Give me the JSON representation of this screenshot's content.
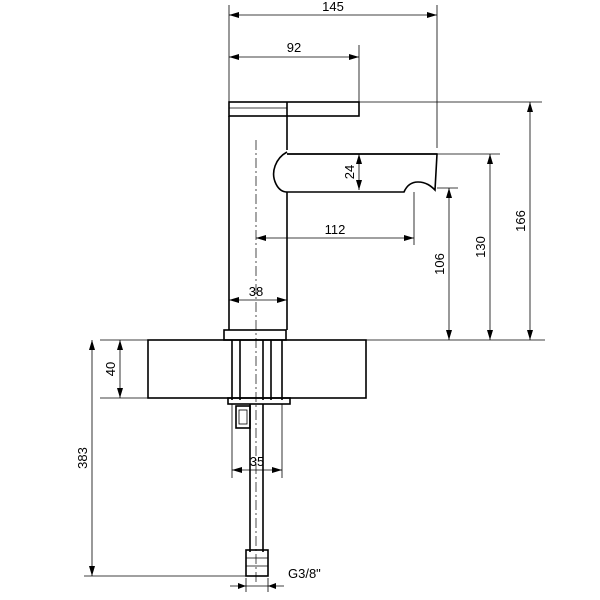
{
  "dimensions": {
    "overall_width": "145",
    "spout_offset": "92",
    "spout_diameter": "24",
    "reach": "112",
    "body_diameter": "38",
    "outlet_height": "106",
    "spout_height": "130",
    "overall_height": "166",
    "deck_thickness": "40",
    "hose_length": "383",
    "shank_diameter": "35",
    "connection_thread": "G3/8\""
  }
}
